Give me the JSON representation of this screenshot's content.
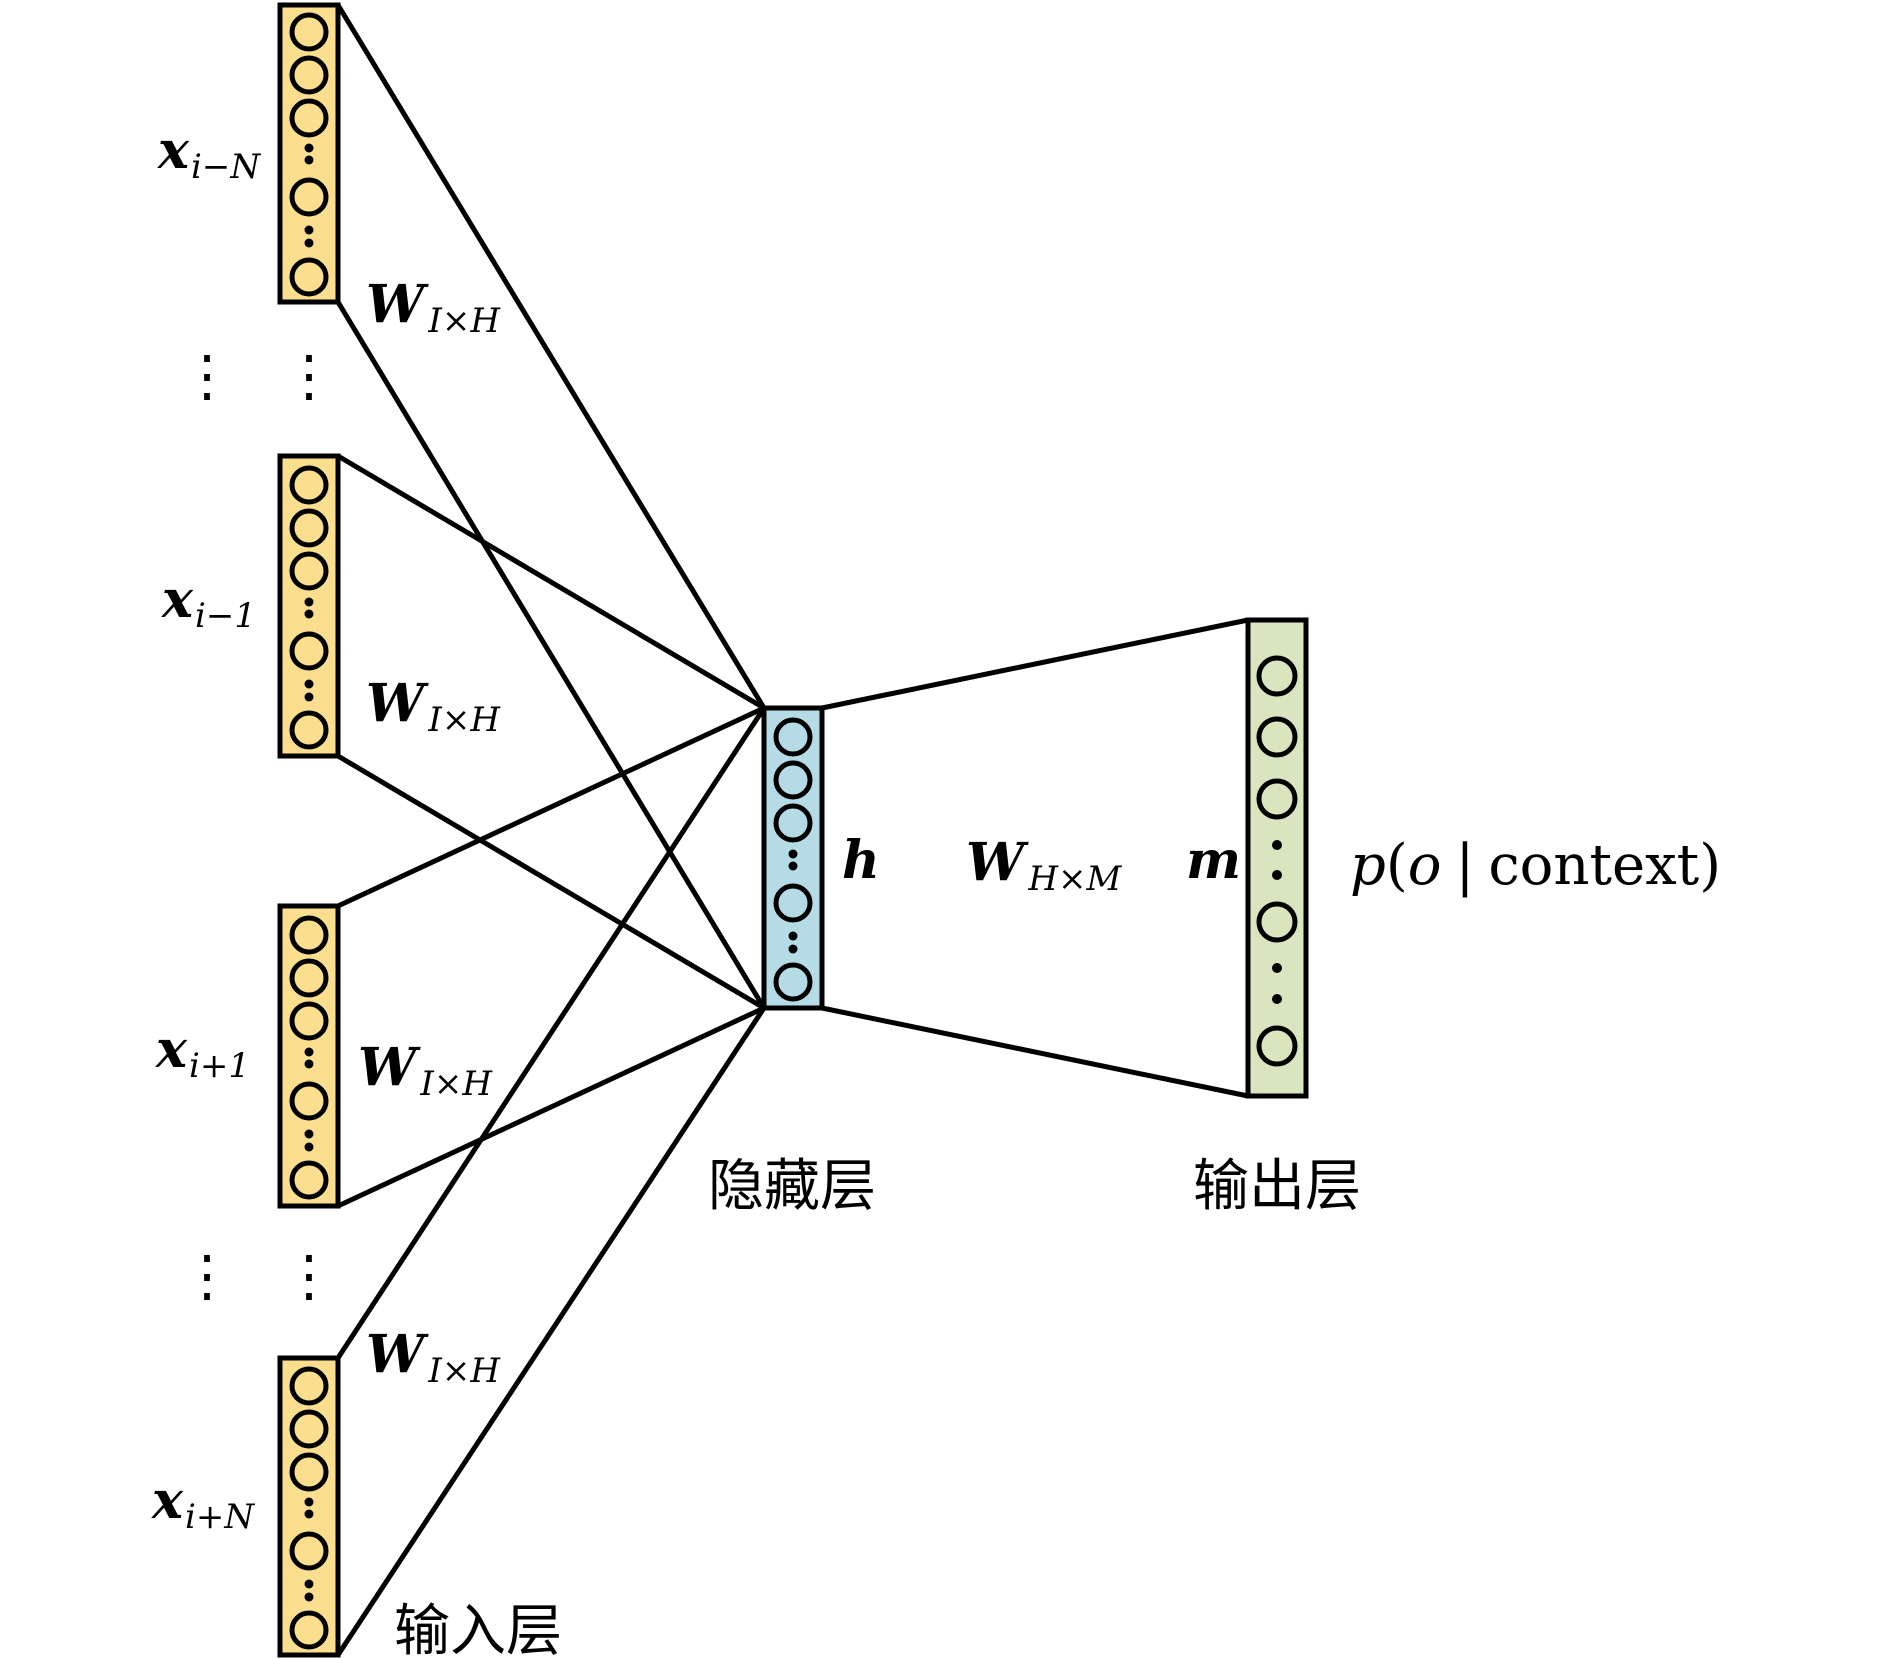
{
  "input_layer": {
    "label": "输入层",
    "fill": "#fbdf8e",
    "nodes": [
      {
        "var": "x",
        "sub": "i−N"
      },
      {
        "var": "x",
        "sub": "i−1"
      },
      {
        "var": "x",
        "sub": "i+1"
      },
      {
        "var": "x",
        "sub": "i+N"
      }
    ],
    "ellipsis": "⋮"
  },
  "weights": {
    "input": {
      "var": "W",
      "sub": "I×H"
    },
    "output": {
      "var": "W",
      "sub": "H×M"
    }
  },
  "hidden_layer": {
    "label": "隐藏层",
    "fill": "#b5dbe6",
    "var": "h"
  },
  "output_layer": {
    "label": "输出层",
    "fill": "#d8e5bf",
    "var": "m",
    "probability": {
      "p": "p",
      "open": "(",
      "o": "o",
      "bar": "|",
      "context": "context",
      "close": ")"
    }
  }
}
